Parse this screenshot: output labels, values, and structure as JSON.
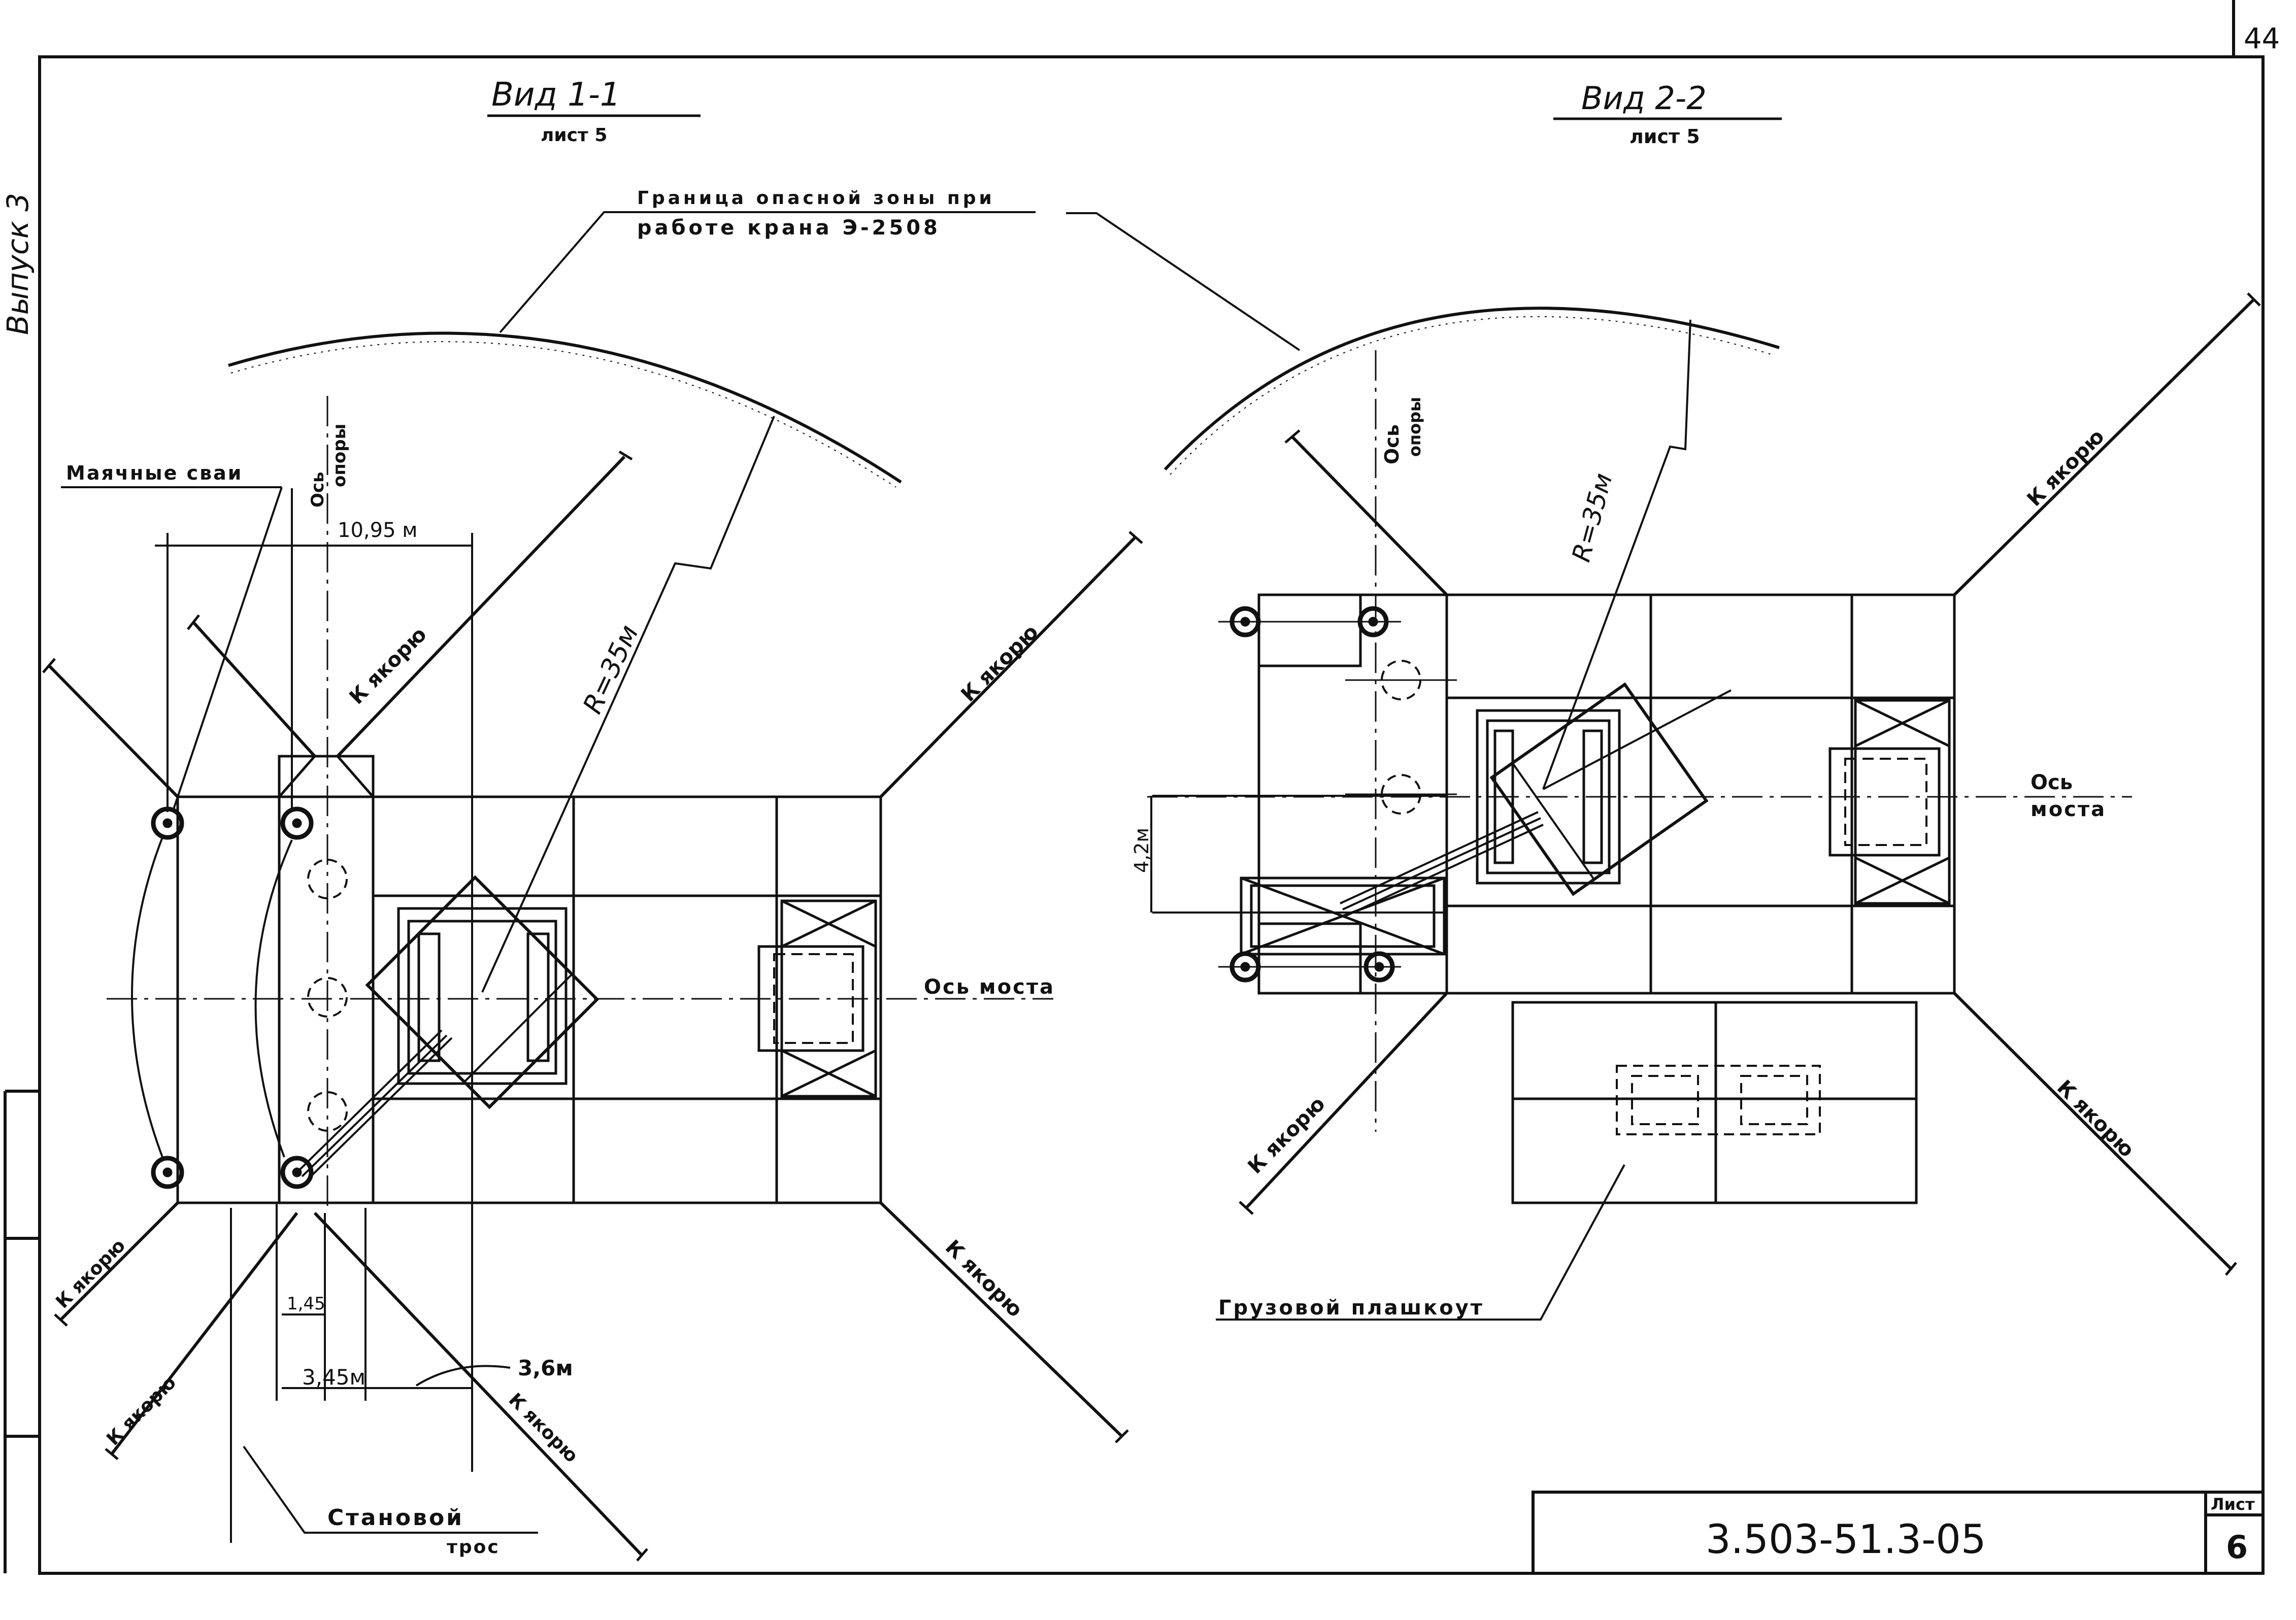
{
  "sheet": {
    "page_number_top": "44",
    "series_label": "Выпуск 3",
    "drawing_code": "3.503-51.3-05",
    "sheet_label": "Лист",
    "sheet_number": "6"
  },
  "view1": {
    "title": "Вид 1-1",
    "sheet_ref": "лист 5",
    "beacon_piles": "Маячные сваи",
    "support_axis_1": "Ось",
    "support_axis_2": "опоры",
    "dim_width": "10,95 м",
    "radius": "R=35м",
    "bridge_axis": "Ось моста",
    "dim_small": "1,45",
    "dim_345": "3,45м",
    "dim_36": "3,6м",
    "main_rope_1": "Становой",
    "main_rope_2": "трос",
    "anchor_labels": [
      "К якорю",
      "К якорю",
      "К якорю",
      "К якорю",
      "К якорю",
      "К якорю"
    ]
  },
  "view2": {
    "title": "Вид 2-2",
    "sheet_ref": "лист 5",
    "support_axis_1": "Ось",
    "support_axis_2": "опоры",
    "radius": "R=35м",
    "bridge_axis_1": "Ось",
    "bridge_axis_2": "моста",
    "dim_42": "4,2м",
    "cargo_pontoon": "Грузовой плашкоут",
    "anchor_labels": [
      "К якорю",
      "К якорю",
      "К якорю"
    ]
  },
  "hazard_zone": {
    "line1": "Граница опасной зоны при",
    "line2": "работе крана Э-2508"
  }
}
